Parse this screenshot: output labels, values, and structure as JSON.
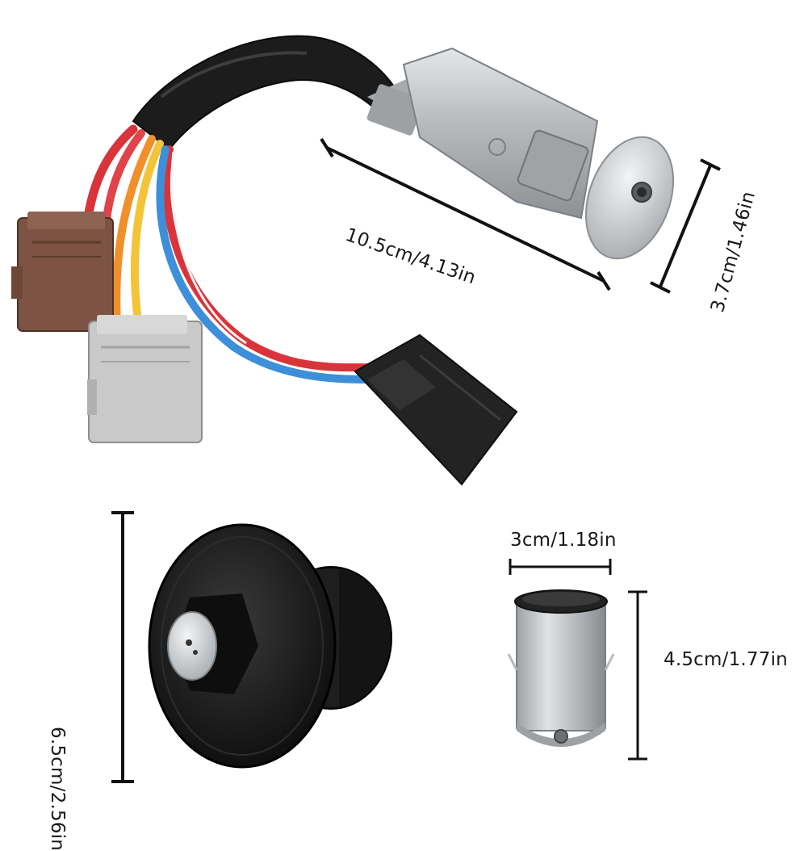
{
  "product": {
    "parts": [
      {
        "name": "ignition-switch-wiring-harness"
      },
      {
        "name": "black-dust-cap"
      },
      {
        "name": "lock-cylinder"
      }
    ]
  },
  "dimensions": {
    "length": "10.5cm/4.13in",
    "diameter": "3.7cm/1.46in",
    "cap_height": "6.5cm/2.56in",
    "cylinder_width": "3cm/1.18in",
    "cylinder_height": "4.5cm/1.77in"
  },
  "colors": {
    "wire_red": "#d9343a",
    "wire_orange": "#f0902a",
    "wire_yellow": "#f3c437",
    "wire_blue": "#3c8fd8",
    "connector_brown": "#7d5443",
    "connector_gray": "#c9c9c9",
    "connector_black": "#232323",
    "metal": "#b9bcbf"
  }
}
